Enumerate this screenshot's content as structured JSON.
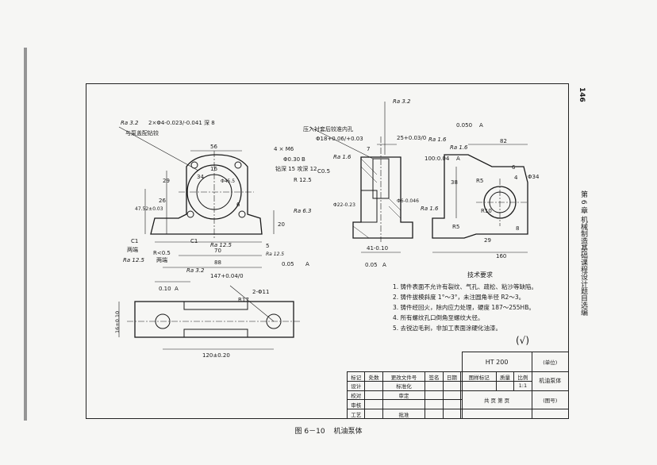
{
  "page_number": "146",
  "running_head": "第 6 章   机械制造基础课程设计题目选编",
  "caption": {
    "figure": "图 6－10",
    "title": "机油泵体"
  },
  "tech_requirements": {
    "heading": "技术要求",
    "items": [
      "1. 铸件表面不允许有裂纹、气孔、疏松、粘沙等缺陷。",
      "2. 铸件拔模斜度 1°～3°，未注圆角半径 R2～3。",
      "3. 铸件经回火，除内应力处理，硬度 187～255HB。",
      "4. 所有螺纹孔口倒角至螺纹大径。",
      "5. 去锐边毛刺，非加工表面涂硬化油漆。"
    ]
  },
  "title_block": {
    "material": "HT 200",
    "unit": "(单位)",
    "part_name": "机油泵体",
    "drawing_no": "(图号)",
    "scale": "1:1",
    "headers": [
      "标记",
      "处数",
      "更改文件号",
      "签名",
      "日期"
    ],
    "roles": [
      "设计",
      "校对",
      "审核",
      "工艺"
    ],
    "std": "标准化",
    "approve": "审定",
    "ratify": "批准",
    "stage": "图样标记",
    "mass": "质量",
    "ratio": "比例",
    "sheets": "共   页   第   页"
  },
  "annotations": {
    "ra32_left": "Ra 3.2",
    "holes": "2×Φ4-0.023/-0.041 深 8",
    "holes_note": "与泵盖配钻铰",
    "dim56": "56",
    "m6": "4 × M6",
    "pos": "Φ0.30",
    "datum_b": "B",
    "drill": "钻深 15  攻深 12",
    "r125": "R 12.5",
    "c05": "C0.5",
    "dim29": "29",
    "dim26": "26",
    "dim4752": "47.52±0.03",
    "dim16": "16",
    "dim34": "34",
    "dim455": "Φ45.5",
    "dim6": "6",
    "dim5": "5",
    "ra63": "Ra 6.3",
    "dim20": "20",
    "c1a": "C1",
    "c1b": "C1",
    "both_ends_a": "两端",
    "both_ends_b": "两端",
    "r05": "R<0.5",
    "ra125a": "Ra 12.5",
    "ra125b": "Ra 12.5",
    "ra125c": "Ra 12.5",
    "dim70": "70",
    "dim88": "88",
    "dim147": "147+0.04/0",
    "ra32_b": "Ra 3.2",
    "par_a": "0.05",
    "datum_a": "A",
    "flat_a": "0.10",
    "dim2": "2-Φ11",
    "dim17": "R17",
    "dim16h": "16±0.10",
    "dim120": "120±0.20",
    "press": "压入衬套后铰准内孔",
    "bore": "Φ18+0.06/+0.03",
    "ra32_top": "Ra 3.2",
    "perp": "0.050",
    "dim25": "25+0.03/0",
    "ra16a": "Ra 1.6",
    "ra16b": "Ra 1.6",
    "ra16c": "Ra 1.6",
    "ra16d": "Ra 1.6",
    "dim7": "7",
    "flat_b": "100:0.04",
    "dim6b": "Φ6-0.046",
    "dim22": "Φ22-0.23",
    "dim410": "41-0.10",
    "perp2": "0.05",
    "dim82": "82",
    "dim38": "38",
    "dim6c": "6",
    "dim4": "4",
    "dim34r": "Φ34",
    "r5a": "R5",
    "r10": "R10",
    "r5b": "R5",
    "dim29b": "29",
    "dim160": "160",
    "dim8": "8",
    "rest": "(√)"
  }
}
